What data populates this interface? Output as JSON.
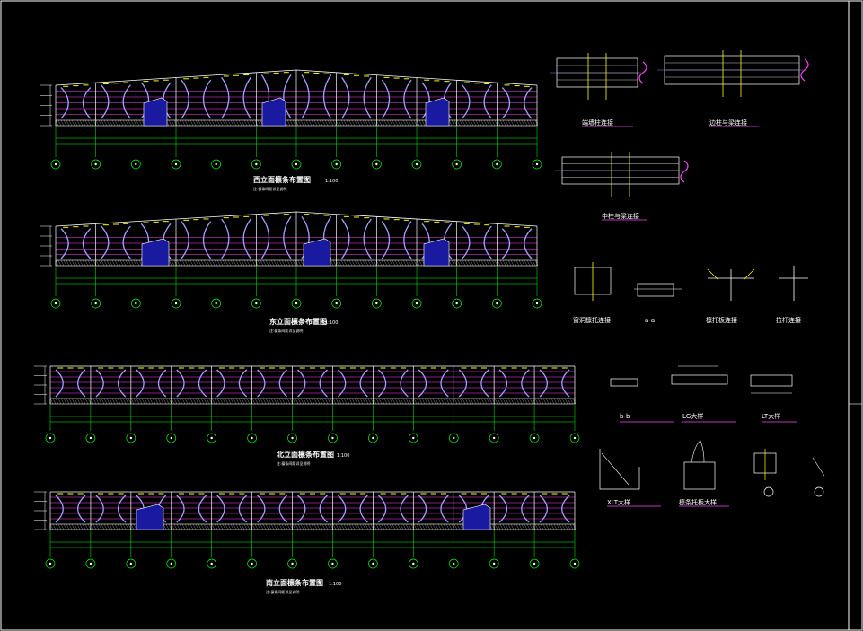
{
  "colors": {
    "background": "#000000",
    "frame": "#ffffff",
    "grid_line": "#00ff00",
    "cladding": "#ff40ff",
    "member": "#ffff00",
    "opening": "#1a1aa0",
    "bracing": "#a0a0ff",
    "text": "#ffffff"
  },
  "elevations": [
    {
      "id": "west",
      "title": "西立面檩条布置图",
      "scale": "1:100",
      "axis_count": 13,
      "note": "注:檩条间距详见说明"
    },
    {
      "id": "east",
      "title": "东立面檩条布置图",
      "scale": "1:100",
      "axis_count": 13,
      "note": "注:檩条间距详见说明"
    },
    {
      "id": "north",
      "title": "北立面檩条布置图",
      "scale": "1:100",
      "axis_count": 14,
      "note": "注:檩条间距详见说明"
    },
    {
      "id": "south",
      "title": "南立面檩条布置图",
      "scale": "1:100",
      "axis_count": 14,
      "note": "注:檩条间距详见说明"
    }
  ],
  "details": [
    {
      "id": "d1",
      "title": "端墙柱连接"
    },
    {
      "id": "d2",
      "title": "边柱与梁连接"
    },
    {
      "id": "d3",
      "title": "中柱与梁连接"
    },
    {
      "id": "d4",
      "title": "窗洞檩托连接"
    },
    {
      "id": "d5",
      "title": "a-a"
    },
    {
      "id": "d6",
      "title": "檩托板连接"
    },
    {
      "id": "d7",
      "title": "拉杆连接"
    },
    {
      "id": "d8",
      "title": "b-b"
    },
    {
      "id": "d9",
      "title": "LG大样"
    },
    {
      "id": "d10",
      "title": "LT大样"
    },
    {
      "id": "d11",
      "title": "XLT大样"
    },
    {
      "id": "d12",
      "title": "檩条托板大样"
    }
  ]
}
